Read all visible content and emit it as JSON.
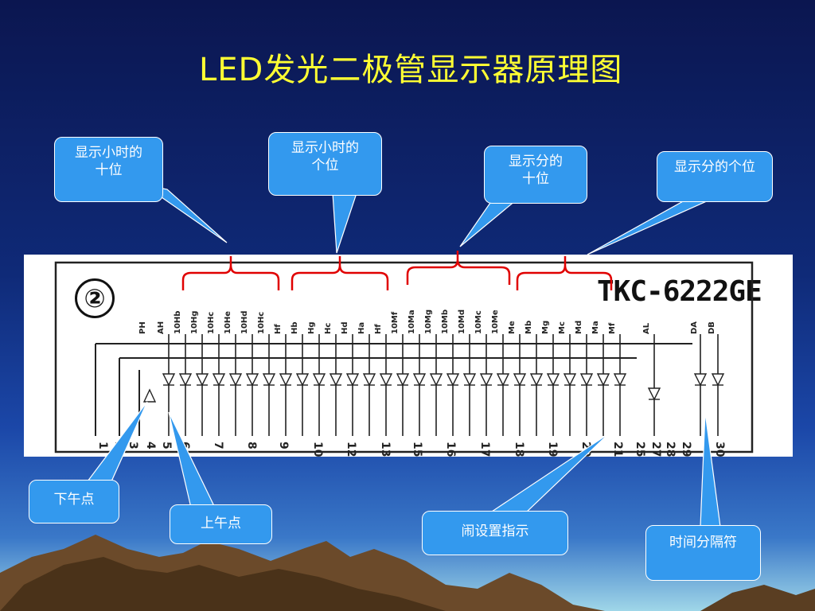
{
  "title": "LED发光二极管显示器原理图",
  "diagram": {
    "panel_number": "②",
    "model": "TKC-6222GE"
  },
  "callouts": {
    "hour_tens": "显示小时的十位",
    "hour_units": "显示小时的个位",
    "minute_tens": "显示分的十位",
    "minute_units": "显示分的个位",
    "pm": "下午点",
    "am": "上午点",
    "alarm": "闹设置指示",
    "colon": "时间分隔符"
  },
  "colors": {
    "title": "#ffff33",
    "callout_fill": "#3399ee",
    "bracket": "#e00000"
  }
}
